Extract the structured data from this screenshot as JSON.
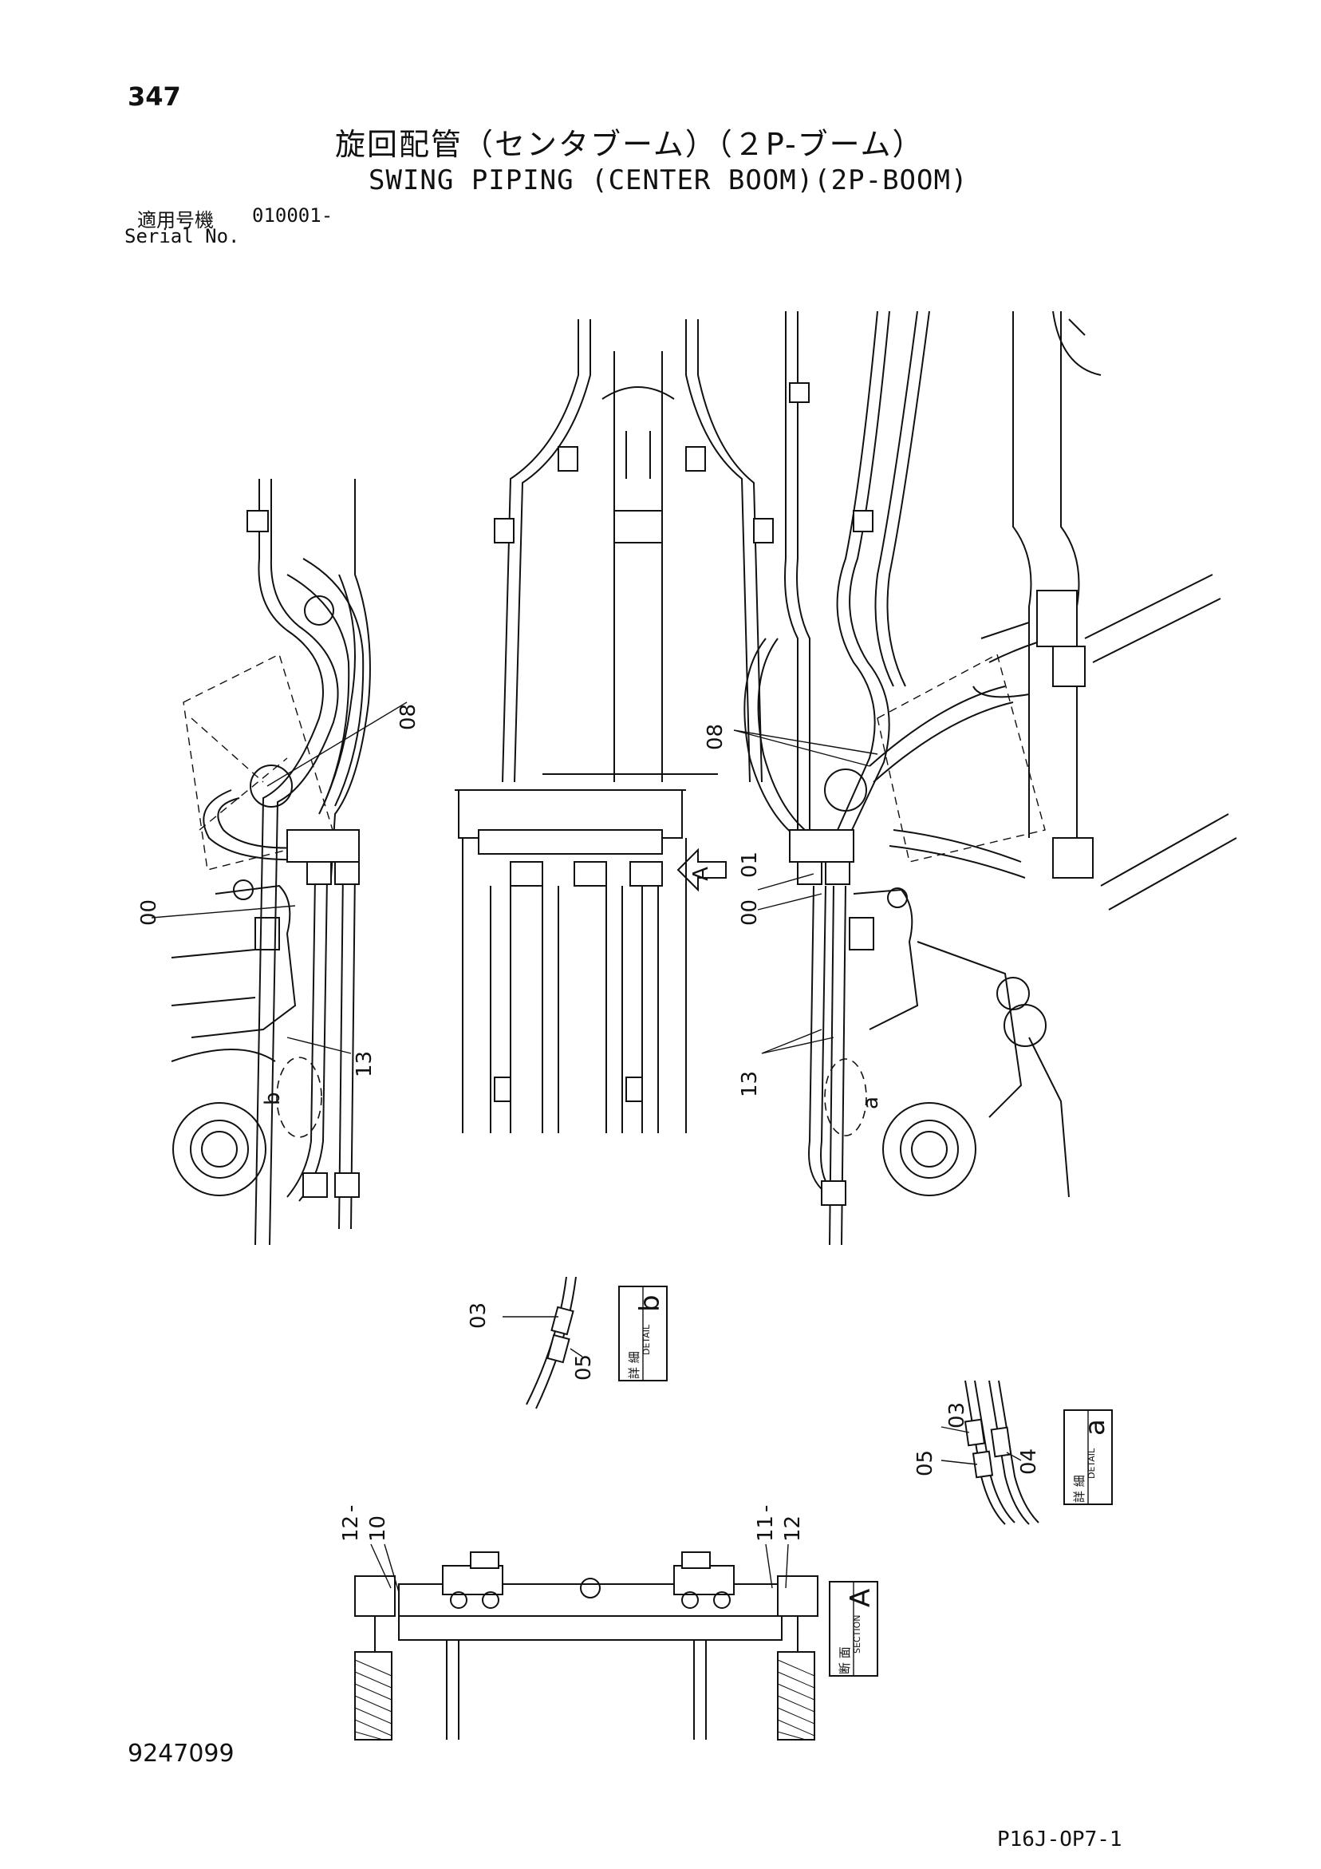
{
  "header": {
    "page_number": "347",
    "title_ja": "旋回配管（センタブーム）（２P-ブーム）",
    "title_en": "SWING PIPING (CENTER BOOM)(2P-BOOM)",
    "serial_label_ja": "適用号機",
    "serial_value": "010001-",
    "serial_label_en": "Serial No."
  },
  "callouts": {
    "left_view": [
      "08",
      "00",
      "13",
      "b"
    ],
    "right_view": [
      "08",
      "00",
      "01",
      "13",
      "a"
    ],
    "center_arrow": "A",
    "detail_b_parts": [
      "03",
      "05"
    ],
    "detail_a_parts": [
      "03",
      "05",
      "04"
    ],
    "section_left_parts": [
      "12",
      "10"
    ],
    "section_right_parts": [
      "11",
      "12"
    ],
    "dash": "-"
  },
  "tags": {
    "detail_b": {
      "letter": "b",
      "ja": "詳 細",
      "en": "DETAIL"
    },
    "detail_a": {
      "letter": "a",
      "ja": "詳 細",
      "en": "DETAIL"
    },
    "section_a": {
      "letter": "A",
      "ja": "断 面",
      "en": "SECTION"
    }
  },
  "footer": {
    "drawing_number": "9247099",
    "page_code": "P16J-OP7-1"
  }
}
